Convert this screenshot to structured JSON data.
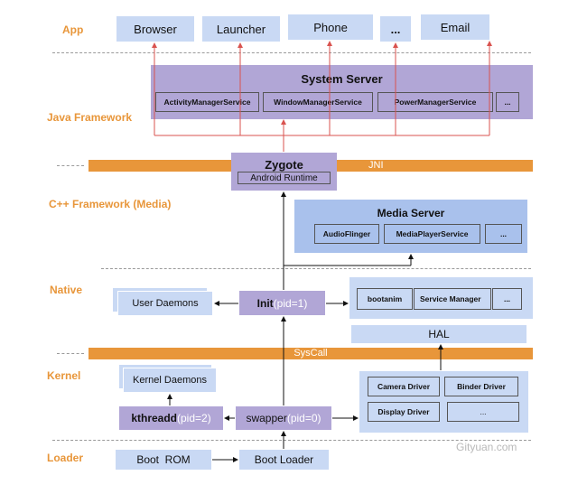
{
  "layers": {
    "app": "App",
    "java": "Java Framework",
    "cpp": "C++ Framework (Media)",
    "native": "Native",
    "kernel": "Kernel",
    "loader": "Loader"
  },
  "apps": [
    "Browser",
    "Launcher",
    "Phone",
    "...",
    "Email"
  ],
  "system_server": {
    "title": "System Server",
    "services": [
      "ActivityManagerService",
      "WindowManagerService",
      "PowerManagerService",
      "..."
    ]
  },
  "jni": "JNI",
  "zygote": {
    "title": "Zygote",
    "runtime": "Android Runtime"
  },
  "media_server": {
    "title": "Media Server",
    "services": [
      "AudioFlinger",
      "MediaPlayerService",
      "..."
    ]
  },
  "native": {
    "user_daemons": "User Daemons",
    "init": "Init",
    "init_pid": "(pid=1)",
    "services": [
      "bootanim",
      "Service Manager",
      "..."
    ],
    "hal": "HAL"
  },
  "syscall": "SysCall",
  "kernel": {
    "kernel_daemons": "Kernel Daemons",
    "kthreadd": "kthreadd",
    "kthreadd_pid": "(pid=2)",
    "swapper": "swapper",
    "swapper_pid": "(pid=0)",
    "drivers": [
      "Camera Driver",
      "Binder Driver",
      "Display Driver",
      "..."
    ]
  },
  "loader": {
    "boot_rom": "Boot  ROM",
    "boot_loader": "Boot Loader"
  },
  "watermark": "Gityuan.com",
  "colors": {
    "orange": "#e8963a",
    "light_blue": "#c9d9f4",
    "blue": "#a9c1ec",
    "purple": "#b1a6d6",
    "arrow_red": "#d9534f"
  }
}
